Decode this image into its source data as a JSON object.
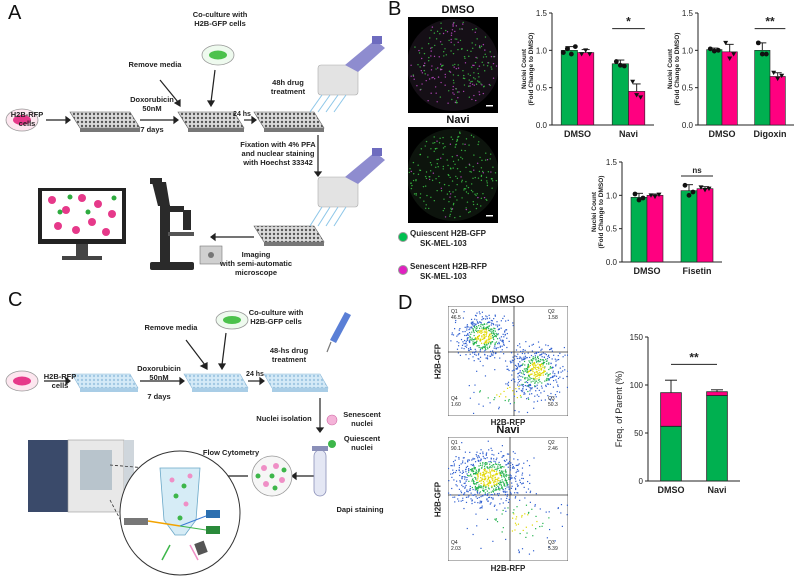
{
  "panels": {
    "A": "A",
    "B": "B",
    "C": "C",
    "D": "D"
  },
  "panelA": {
    "cells": "H2B-RFP cells",
    "doxo_line1": "Doxorubicin",
    "doxo_line2": "50nM",
    "days": "7 days",
    "remove_media": "Remove media",
    "coculture": "Co-culture with H2B-GFP cells",
    "h24": "24 hs",
    "drug_line1": "48h drug",
    "drug_line2": "treatment",
    "fixation": "Fixation with 4% PFA and nuclear staining with Hoechst 33342",
    "imaging_line1": "Imaging",
    "imaging_line2": "with semi-automatic",
    "imaging_line3": "microscope"
  },
  "panelB": {
    "dmso_title": "DMSO",
    "navi_title": "Navi",
    "legend_green_line1": "Quiescent H2B-GFP",
    "legend_green_line2": "SK-MEL-103",
    "legend_pink_line1": "Senescent H2B-RFP",
    "legend_pink_line2": "SK-MEL-103",
    "ylabel_line1": "Nuclei Count",
    "ylabel_line2": "(Fold Change to DMSO)",
    "green": "#00b050",
    "pink": "#ff0080"
  },
  "panelC": {
    "cells": "H2B-RFP cells",
    "doxo_line1": "Doxorubicin",
    "doxo_line2": "50nM",
    "days": "7 days",
    "remove_media": "Remove media",
    "coculture": "Co-culture with H2B-GFP cells",
    "h24": "24 hs",
    "drug_line1": "48-hs drug",
    "drug_line2": "treatment",
    "nuclei_isolation": "Nuclei isolation",
    "senescent": "Senescent nuclei",
    "quiescent": "Quiescent nuclei",
    "flow": "Flow Cytometry",
    "dapi": "Dapi staining"
  },
  "panelD": {
    "dmso_title": "DMSO",
    "navi_title": "Navi",
    "xlabel": "H2B-RFP",
    "ylabel": "H2B-GFP",
    "dmso_quads": {
      "q1": "Q1",
      "q1v": "46.5",
      "q2": "Q2",
      "q2v": "1.58",
      "q3": "Q3",
      "q3v": "50.3",
      "q4": "Q4",
      "q4v": "1.60"
    },
    "navi_quads": {
      "q1": "Q1",
      "q1v": "90.1",
      "q2": "Q2",
      "q2v": "2.46",
      "q3": "Q3",
      "q3v": "5.39",
      "q4": "Q4",
      "q4v": "2.03"
    }
  },
  "chart_data": [
    {
      "type": "bar",
      "categories": [
        "DMSO",
        "Navi"
      ],
      "ylabel": "Nuclei Count (Fold Change to DMSO)",
      "ylim": [
        0,
        1.5
      ],
      "yticks": [
        "0.0",
        "0.5",
        "1.0",
        "1.5"
      ],
      "series": [
        {
          "values": [
            1.0,
            0.82
          ],
          "errors": [
            0.05,
            0.05
          ],
          "color": "#00b050",
          "points": [
            [
              0.97,
              1.02,
              0.95,
              1.05
            ],
            [
              0.85,
              0.8,
              0.79
            ]
          ]
        },
        {
          "values": [
            0.97,
            0.45
          ],
          "errors": [
            0.04,
            0.1
          ],
          "color": "#ff0080",
          "points": [
            [
              0.95,
              1.0,
              0.95
            ],
            [
              0.58,
              0.4,
              0.37
            ]
          ]
        }
      ],
      "significance": "*"
    },
    {
      "type": "bar",
      "categories": [
        "DMSO",
        "Digoxin"
      ],
      "ylabel": "Nuclei Count (Fold Change to DMSO)",
      "ylim": [
        0,
        1.5
      ],
      "yticks": [
        "0.0",
        "0.5",
        "1.0",
        "1.5"
      ],
      "series": [
        {
          "values": [
            1.01,
            1.0
          ],
          "errors": [
            0.02,
            0.1
          ],
          "color": "#00b050",
          "points": [
            [
              1.02,
              0.99,
              1.0
            ],
            [
              1.1,
              0.95,
              0.95
            ]
          ]
        },
        {
          "values": [
            0.98,
            0.65
          ],
          "errors": [
            0.1,
            0.05
          ],
          "color": "#ff0080",
          "points": [
            [
              1.1,
              0.89,
              0.95
            ],
            [
              0.7,
              0.62,
              0.66
            ]
          ]
        }
      ],
      "significance": "**"
    },
    {
      "type": "bar",
      "categories": [
        "DMSO",
        "Fisetin"
      ],
      "ylabel": "Nuclei Count (Fold Change to DMSO)",
      "ylim": [
        0,
        1.5
      ],
      "yticks": [
        "0.0",
        "0.5",
        "1.0",
        "1.5"
      ],
      "series": [
        {
          "values": [
            0.97,
            1.07
          ],
          "errors": [
            0.06,
            0.09
          ],
          "color": "#00b050",
          "points": [
            [
              1.02,
              0.93,
              0.96
            ],
            [
              1.15,
              1.0,
              1.05
            ]
          ]
        },
        {
          "values": [
            1.0,
            1.1
          ],
          "errors": [
            0.02,
            0.03
          ],
          "color": "#ff0080",
          "points": [
            [
              1.0,
              0.98,
              1.01
            ],
            [
              1.12,
              1.08,
              1.1
            ]
          ]
        }
      ],
      "significance": "ns"
    },
    {
      "type": "bar",
      "stacked": true,
      "categories": [
        "DMSO",
        "Navi"
      ],
      "ylabel": "Freq. of Parent (%)",
      "ylim": [
        0,
        150
      ],
      "yticks": [
        "0",
        "50",
        "100",
        "150"
      ],
      "series": [
        {
          "values": [
            57,
            89
          ],
          "errors": [
            12,
            1
          ],
          "color": "#00b050"
        },
        {
          "values": [
            35,
            4
          ],
          "errors": [
            13,
            2
          ],
          "color": "#ff0080"
        }
      ],
      "significance": "**"
    }
  ]
}
